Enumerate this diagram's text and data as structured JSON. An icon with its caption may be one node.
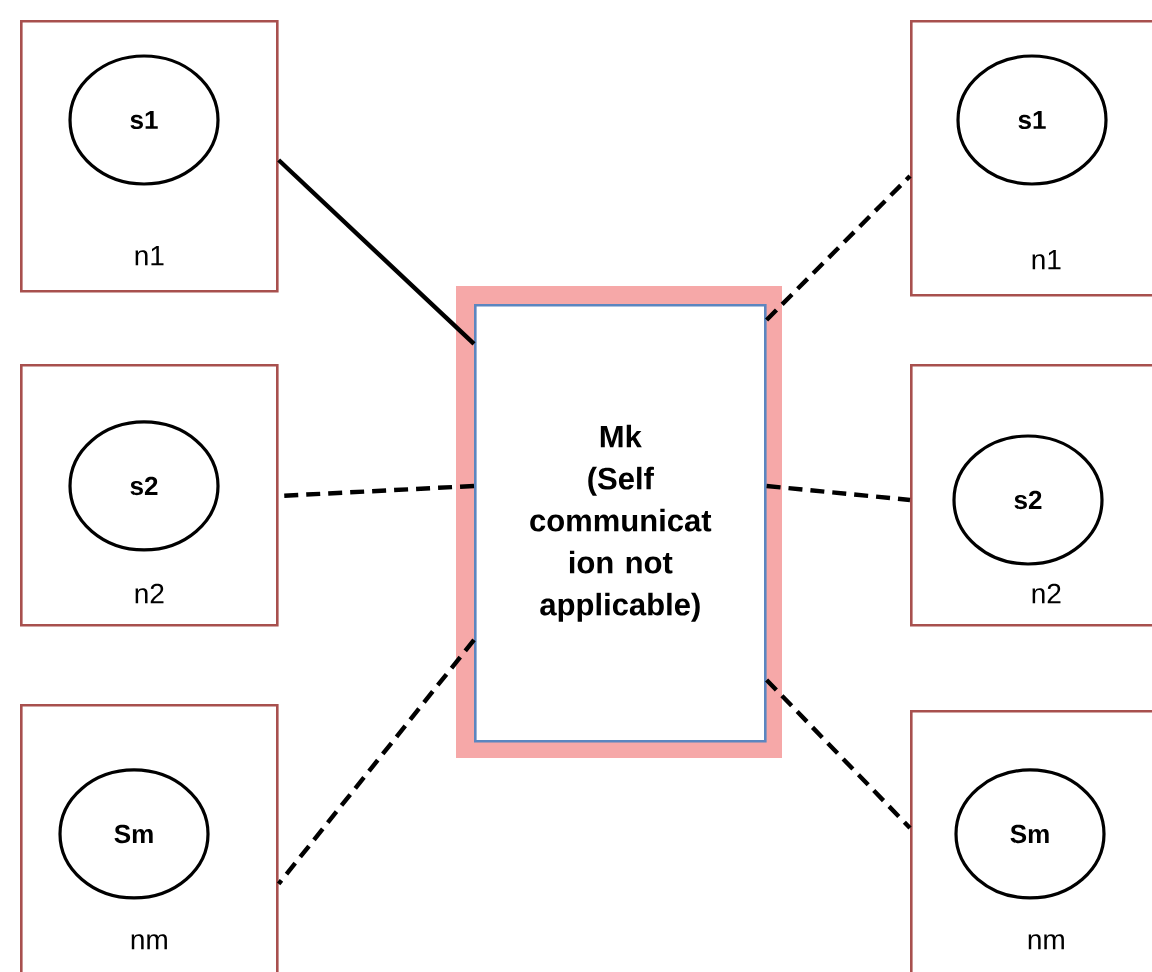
{
  "diagram": {
    "nodes": [
      {
        "text": [
          "n1"
        ]
      },
      {
        "text": [
          "s1"
        ],
        "in": 0
      },
      {
        "text": [
          "n1"
        ]
      },
      {
        "text": [
          "s1"
        ],
        "in": 2
      },
      {
        "text": [
          "Mk",
          "(Self communicat ion not applicable)"
        ]
      },
      {
        "text": [
          "n2"
        ]
      },
      {
        "text": [
          "s2"
        ],
        "in": 5
      },
      {
        "text": [
          "n2"
        ]
      },
      {
        "text": [
          "s2"
        ],
        "in": 7
      },
      {
        "text": [
          "nm"
        ]
      },
      {
        "text": [
          "Sm"
        ],
        "in": 9
      },
      {
        "text": [
          "nm"
        ]
      },
      {
        "text": [
          "Sm"
        ],
        "in": 11
      }
    ],
    "edges": [
      {
        "from": 4,
        "to": 0,
        "arrow": "none"
      },
      {
        "from": 4,
        "to": 2,
        "arrow": "none",
        "style": "dashed"
      },
      {
        "from": 4,
        "to": 5,
        "arrow": "none",
        "style": "dashed"
      },
      {
        "from": 4,
        "to": 7,
        "arrow": "none",
        "style": "dashed"
      },
      {
        "from": 4,
        "to": 9,
        "arrow": "none",
        "style": "dashed"
      },
      {
        "from": 4,
        "to": 11,
        "arrow": "none",
        "style": "dashed"
      }
    ]
  }
}
